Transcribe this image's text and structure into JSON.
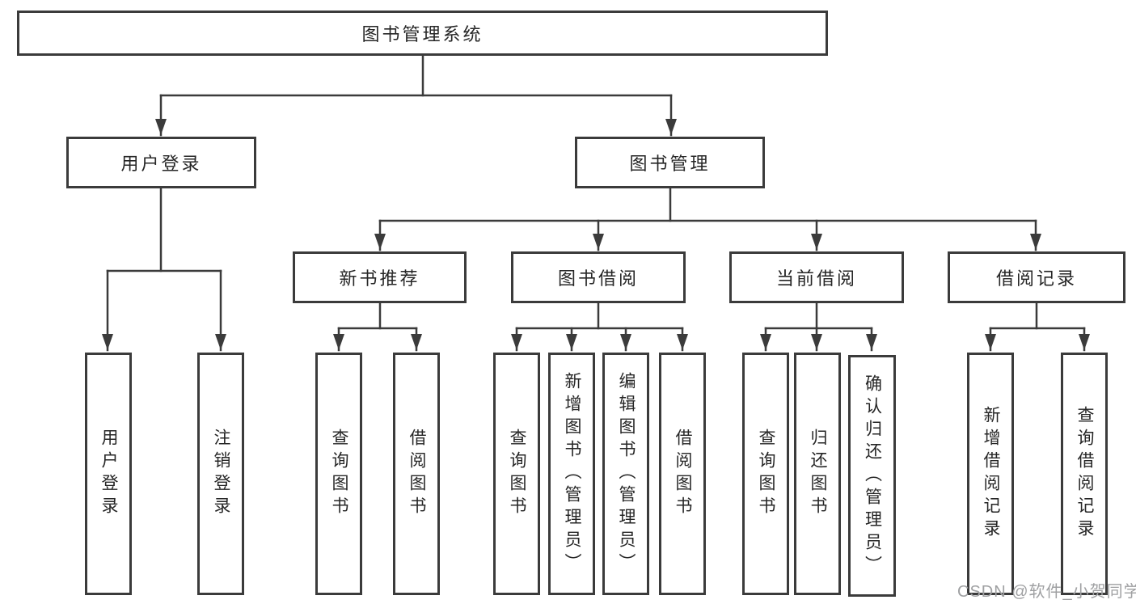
{
  "diagram": {
    "root": {
      "label": "图书管理系统"
    },
    "level2": [
      {
        "label": "用户登录",
        "leaves": [
          {
            "label": "用户登录"
          },
          {
            "label": "注销登录"
          }
        ]
      },
      {
        "label": "图书管理",
        "groups": [
          {
            "label": "新书推荐",
            "leaves": [
              {
                "label": "查询图书"
              },
              {
                "label": "借阅图书"
              }
            ]
          },
          {
            "label": "图书借阅",
            "leaves": [
              {
                "label": "查询图书"
              },
              {
                "label": "新增图书（管理员）"
              },
              {
                "label": "编辑图书（管理员）"
              },
              {
                "label": "借阅图书"
              }
            ]
          },
          {
            "label": "当前借阅",
            "leaves": [
              {
                "label": "查询图书"
              },
              {
                "label": "归还图书"
              },
              {
                "label": "确认归还（管理员）"
              }
            ]
          },
          {
            "label": "借阅记录",
            "leaves": [
              {
                "label": "新增借阅记录"
              },
              {
                "label": "查询借阅记录"
              }
            ]
          }
        ]
      }
    ]
  },
  "colors": {
    "line": "#3b3b3b",
    "text": "#262626",
    "box_background": "#ffffff",
    "watermark": "#9fa0a2"
  },
  "watermark": {
    "text": "CSDN @软件_小贺同学"
  }
}
